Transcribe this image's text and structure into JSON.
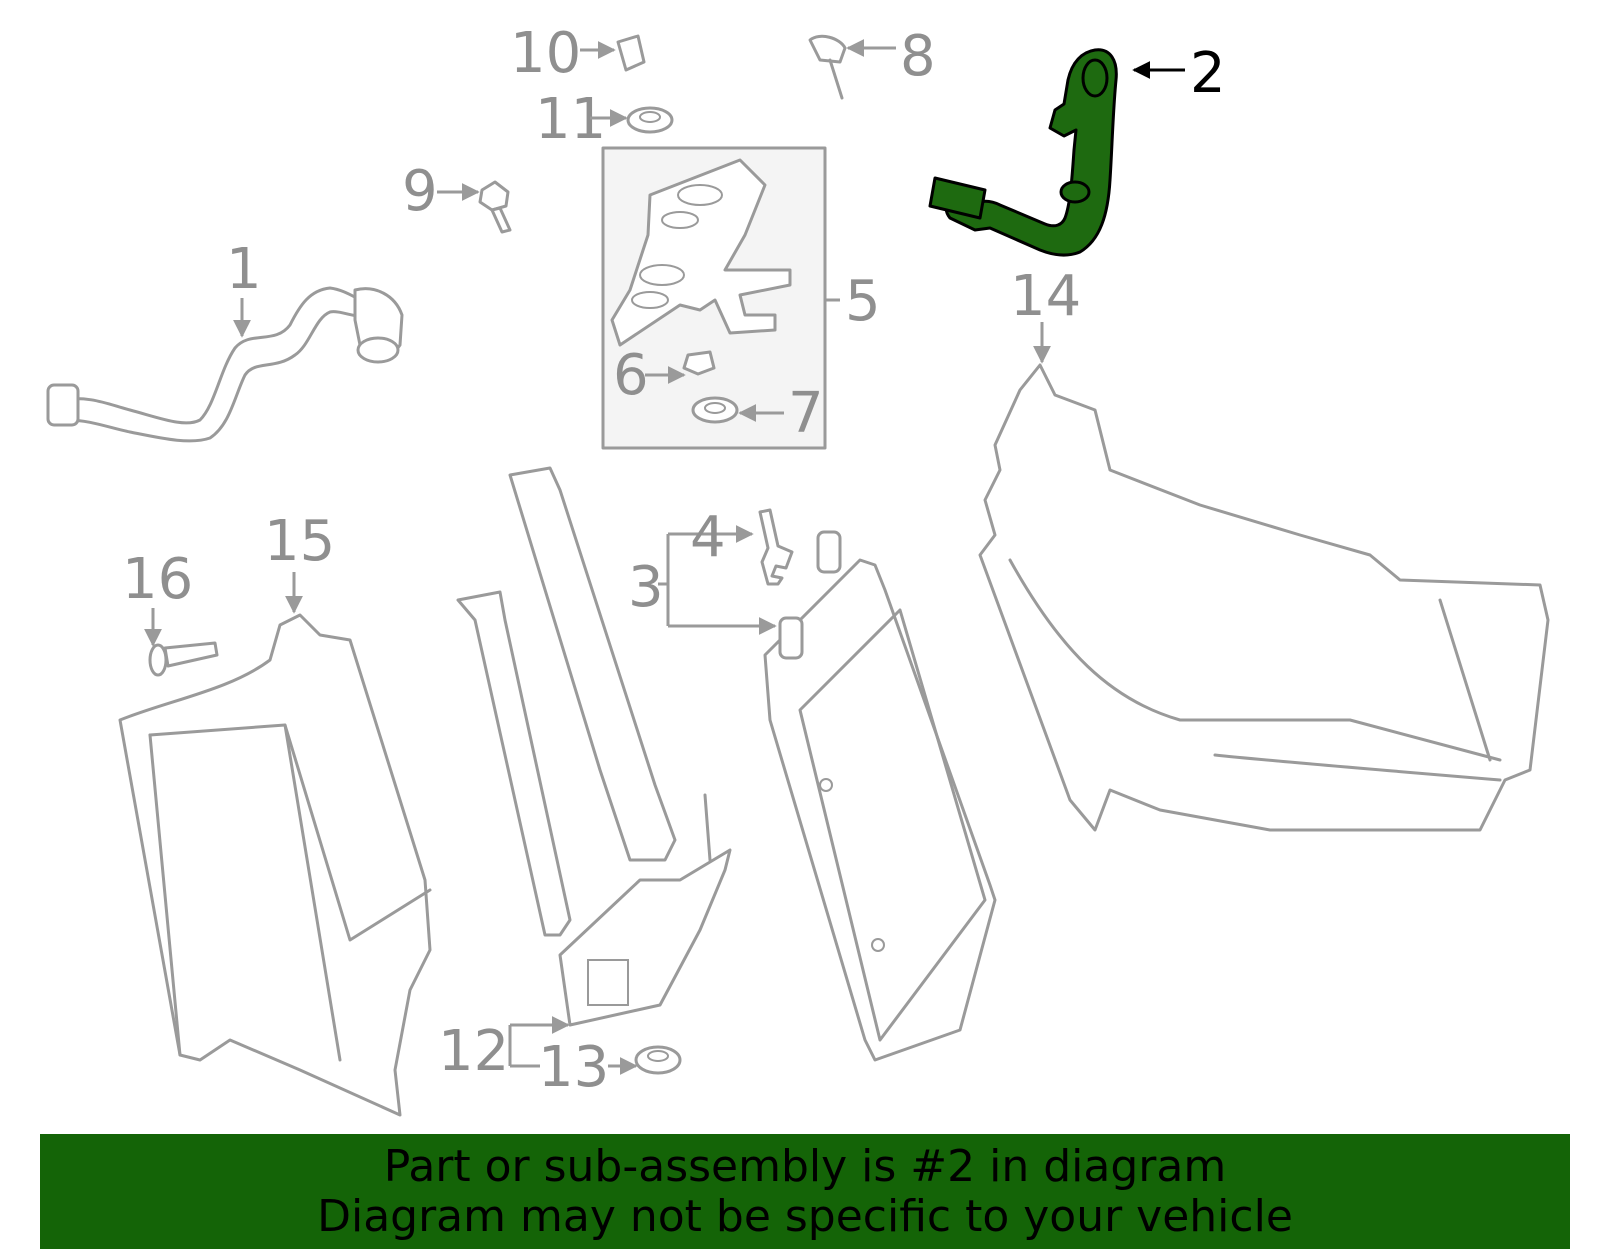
{
  "callouts": {
    "c1": "1",
    "c2": "2",
    "c3": "3",
    "c4": "4",
    "c5": "5",
    "c6": "6",
    "c7": "7",
    "c8": "8",
    "c9": "9",
    "c10": "10",
    "c11": "11",
    "c12": "12",
    "c13": "13",
    "c14": "14",
    "c15": "15",
    "c16": "16"
  },
  "highlight": {
    "part": "2",
    "color": "#1e6a10"
  },
  "banner": {
    "line1": "Part or sub-assembly is #2 in diagram",
    "line2": "Diagram may not be specific to your vehicle",
    "color": "#146407"
  }
}
